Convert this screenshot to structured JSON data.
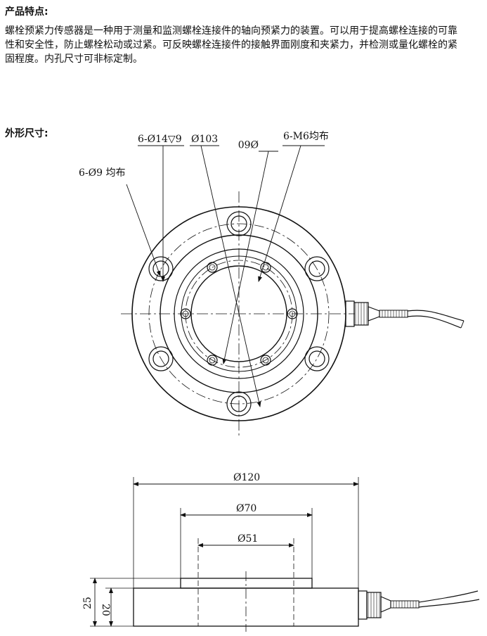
{
  "section_features": {
    "title": "产品特点:",
    "description": "螺栓预紧力传感器是一种用于测量和监测螺栓连接件的轴向预紧力的装置。可以用于提高螺栓连接的可靠性和安全性，防止螺栓松动或过紧。可反映螺栓连接件的接触界面刚度和夹紧力，并检测或量化螺栓的紧固程度。内孔尺寸可非标定制。"
  },
  "section_dimensions": {
    "title": "外形尺寸:"
  },
  "top_view_labels": {
    "counterbore_holes": "6-Ø14▽9",
    "outer_circle": "Ø103",
    "inner_circle": "Ø60",
    "threaded_holes": "6-M6均布",
    "through_holes": "6-Ø9 均布"
  },
  "side_view_labels": {
    "outer_diameter": "Ø120",
    "boss_diameter": "Ø70",
    "bore_diameter": "Ø51",
    "total_height": "25",
    "base_height": "20"
  }
}
